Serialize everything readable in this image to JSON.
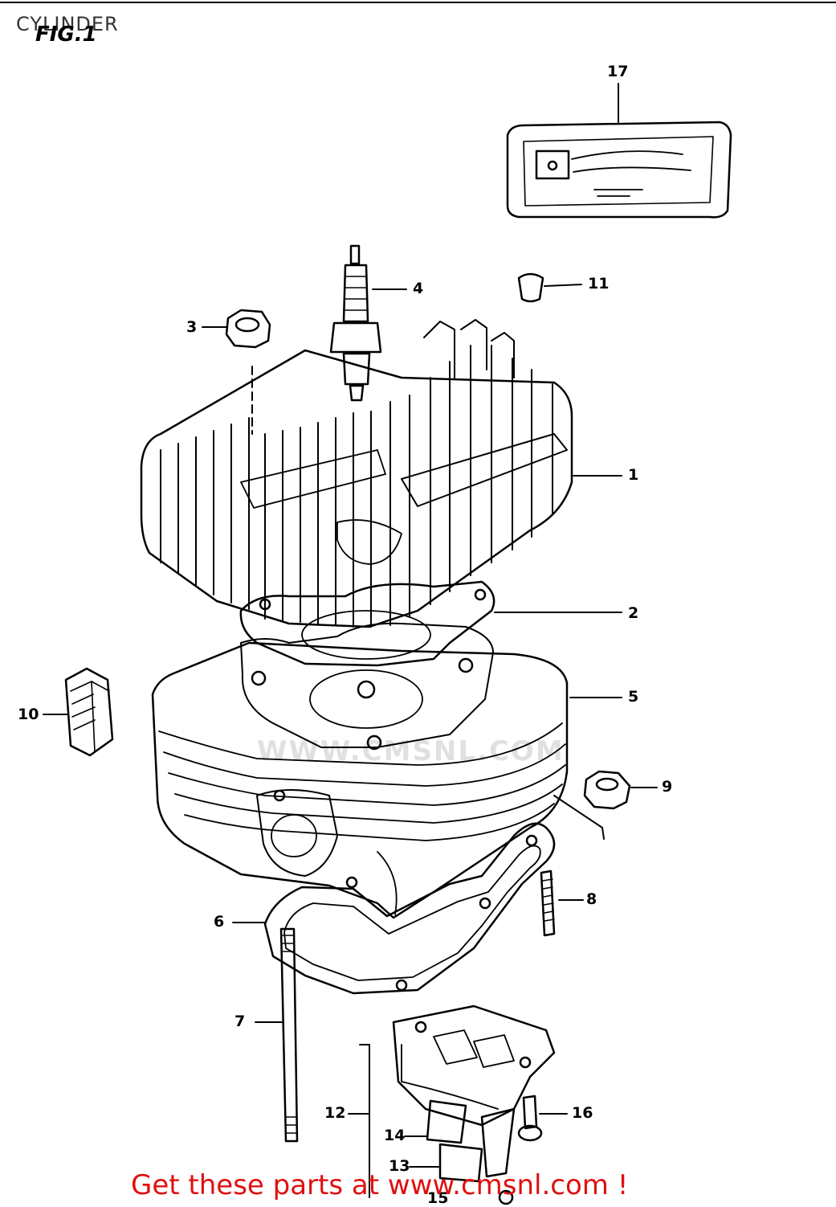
{
  "page": {
    "title": "CYLINDER",
    "figure": "FIG.1",
    "footer_link": "Get these parts at www.cmsnl.com !",
    "watermark": "WWW.CMSNL.COM"
  },
  "callouts": [
    {
      "id": "1",
      "label": "1"
    },
    {
      "id": "2",
      "label": "2"
    },
    {
      "id": "3",
      "label": "3"
    },
    {
      "id": "4",
      "label": "4"
    },
    {
      "id": "5",
      "label": "5"
    },
    {
      "id": "6",
      "label": "6"
    },
    {
      "id": "7",
      "label": "7"
    },
    {
      "id": "8",
      "label": "8"
    },
    {
      "id": "9",
      "label": "9"
    },
    {
      "id": "10",
      "label": "10"
    },
    {
      "id": "11",
      "label": "11"
    },
    {
      "id": "12",
      "label": "12"
    },
    {
      "id": "13",
      "label": "13"
    },
    {
      "id": "14",
      "label": "14"
    },
    {
      "id": "15",
      "label": "15"
    },
    {
      "id": "16",
      "label": "16"
    },
    {
      "id": "17",
      "label": "17"
    }
  ],
  "colors": {
    "line": "#000000",
    "footer_text": "#e01010"
  }
}
